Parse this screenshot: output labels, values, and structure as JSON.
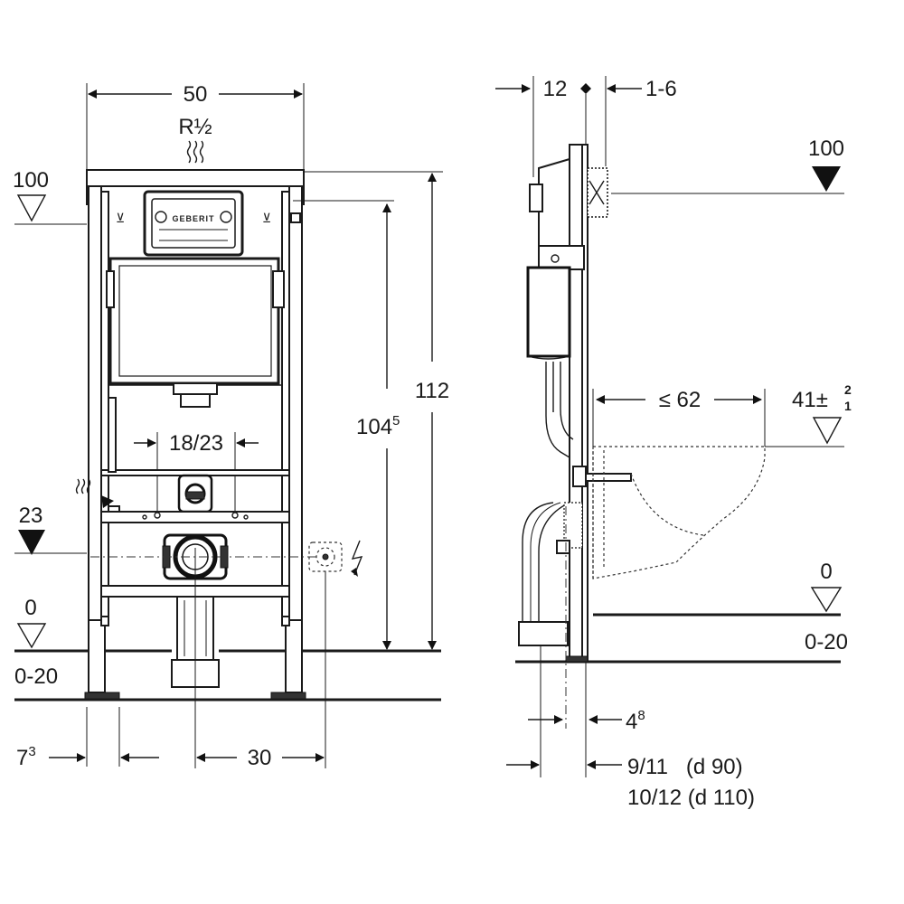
{
  "front_view": {
    "width_label": "50",
    "connection_label": "R½",
    "level_100_label": "100",
    "level_23_label": "23",
    "level_0_label": "0",
    "floor_range_label": "0-20",
    "spacing_label": "18/23",
    "height_1045_main": "104",
    "height_1045_sup": "5",
    "height_112_label": "112",
    "foot_offset_main": "7",
    "foot_offset_sup": "3",
    "drain_offset_label": "30",
    "brand_text": "GEBERIT"
  },
  "side_view": {
    "depth_12_label": "12",
    "depth_1_6_label": "1-6",
    "level_100_label": "100",
    "bowl_projection_label": "≤ 62",
    "seat_height_main": "41",
    "seat_height_tol_plus": "2",
    "seat_height_tol_minus": "1",
    "level_0_label": "0",
    "floor_range_label": "0-20",
    "offset_48_main": "4",
    "offset_48_sup": "8",
    "offset_d90_label": "9/11   (d 90)",
    "offset_d110_label": "10/12 (d 110)"
  }
}
